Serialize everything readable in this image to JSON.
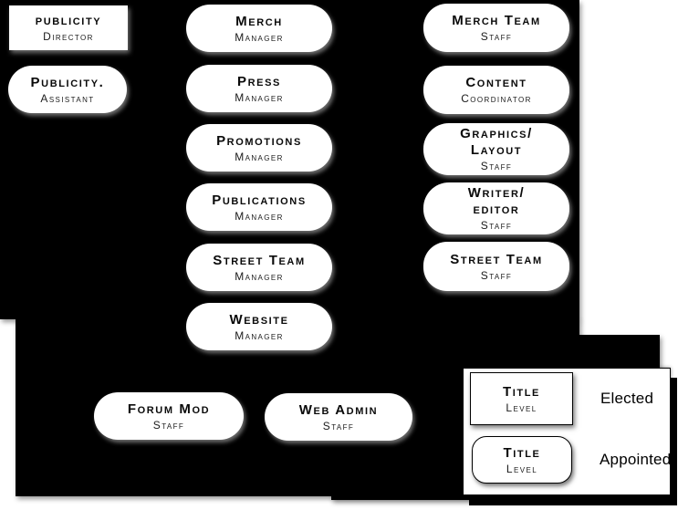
{
  "colors": {
    "background_panels": "#000000",
    "node_fill": "#ffffff",
    "text": "#000000"
  },
  "nodes": {
    "publicity_director": {
      "title": "publicity",
      "level": "Director",
      "shape": "rectangle-elected"
    },
    "publicity_assistant": {
      "title": "Publicity.",
      "level": "Assistant",
      "shape": "rounded-appointed"
    },
    "merch": {
      "title": "Merch",
      "level": "Manager",
      "shape": "rounded-appointed"
    },
    "press": {
      "title": "Press",
      "level": "Manager",
      "shape": "rounded-appointed"
    },
    "promotions": {
      "title": "Promotions",
      "level": "Manager",
      "shape": "rounded-appointed"
    },
    "publications": {
      "title": "Publications",
      "level": "Manager",
      "shape": "rounded-appointed"
    },
    "street_team_manager": {
      "title": "Street Team",
      "level": "Manager",
      "shape": "rounded-appointed"
    },
    "website": {
      "title": "Website",
      "level": "Manager",
      "shape": "rounded-appointed"
    },
    "merch_team": {
      "title": "Merch Team",
      "level": "Staff",
      "shape": "rounded-appointed"
    },
    "content": {
      "title": "Content",
      "level": "Coordinator",
      "shape": "rounded-appointed"
    },
    "graphics_layout": {
      "title": "Graphics/",
      "title2": "Layout",
      "level": "Staff",
      "shape": "rounded-appointed"
    },
    "writer_editor": {
      "title": "Writer/",
      "title2": "editor",
      "level": "Staff",
      "shape": "rounded-appointed"
    },
    "street_team_staff": {
      "title": "Street Team",
      "level": "Staff",
      "shape": "rounded-appointed"
    },
    "forum_mod": {
      "title": "Forum Mod",
      "level": "Staff",
      "shape": "rounded-appointed"
    },
    "web_admin": {
      "title": "Web Admin",
      "level": "Staff",
      "shape": "rounded-appointed"
    }
  },
  "legend": {
    "elected": {
      "title": "Title",
      "level": "Level",
      "label": "Elected"
    },
    "appointed": {
      "title": "Title",
      "level": "Level",
      "label": "Appointed"
    }
  }
}
